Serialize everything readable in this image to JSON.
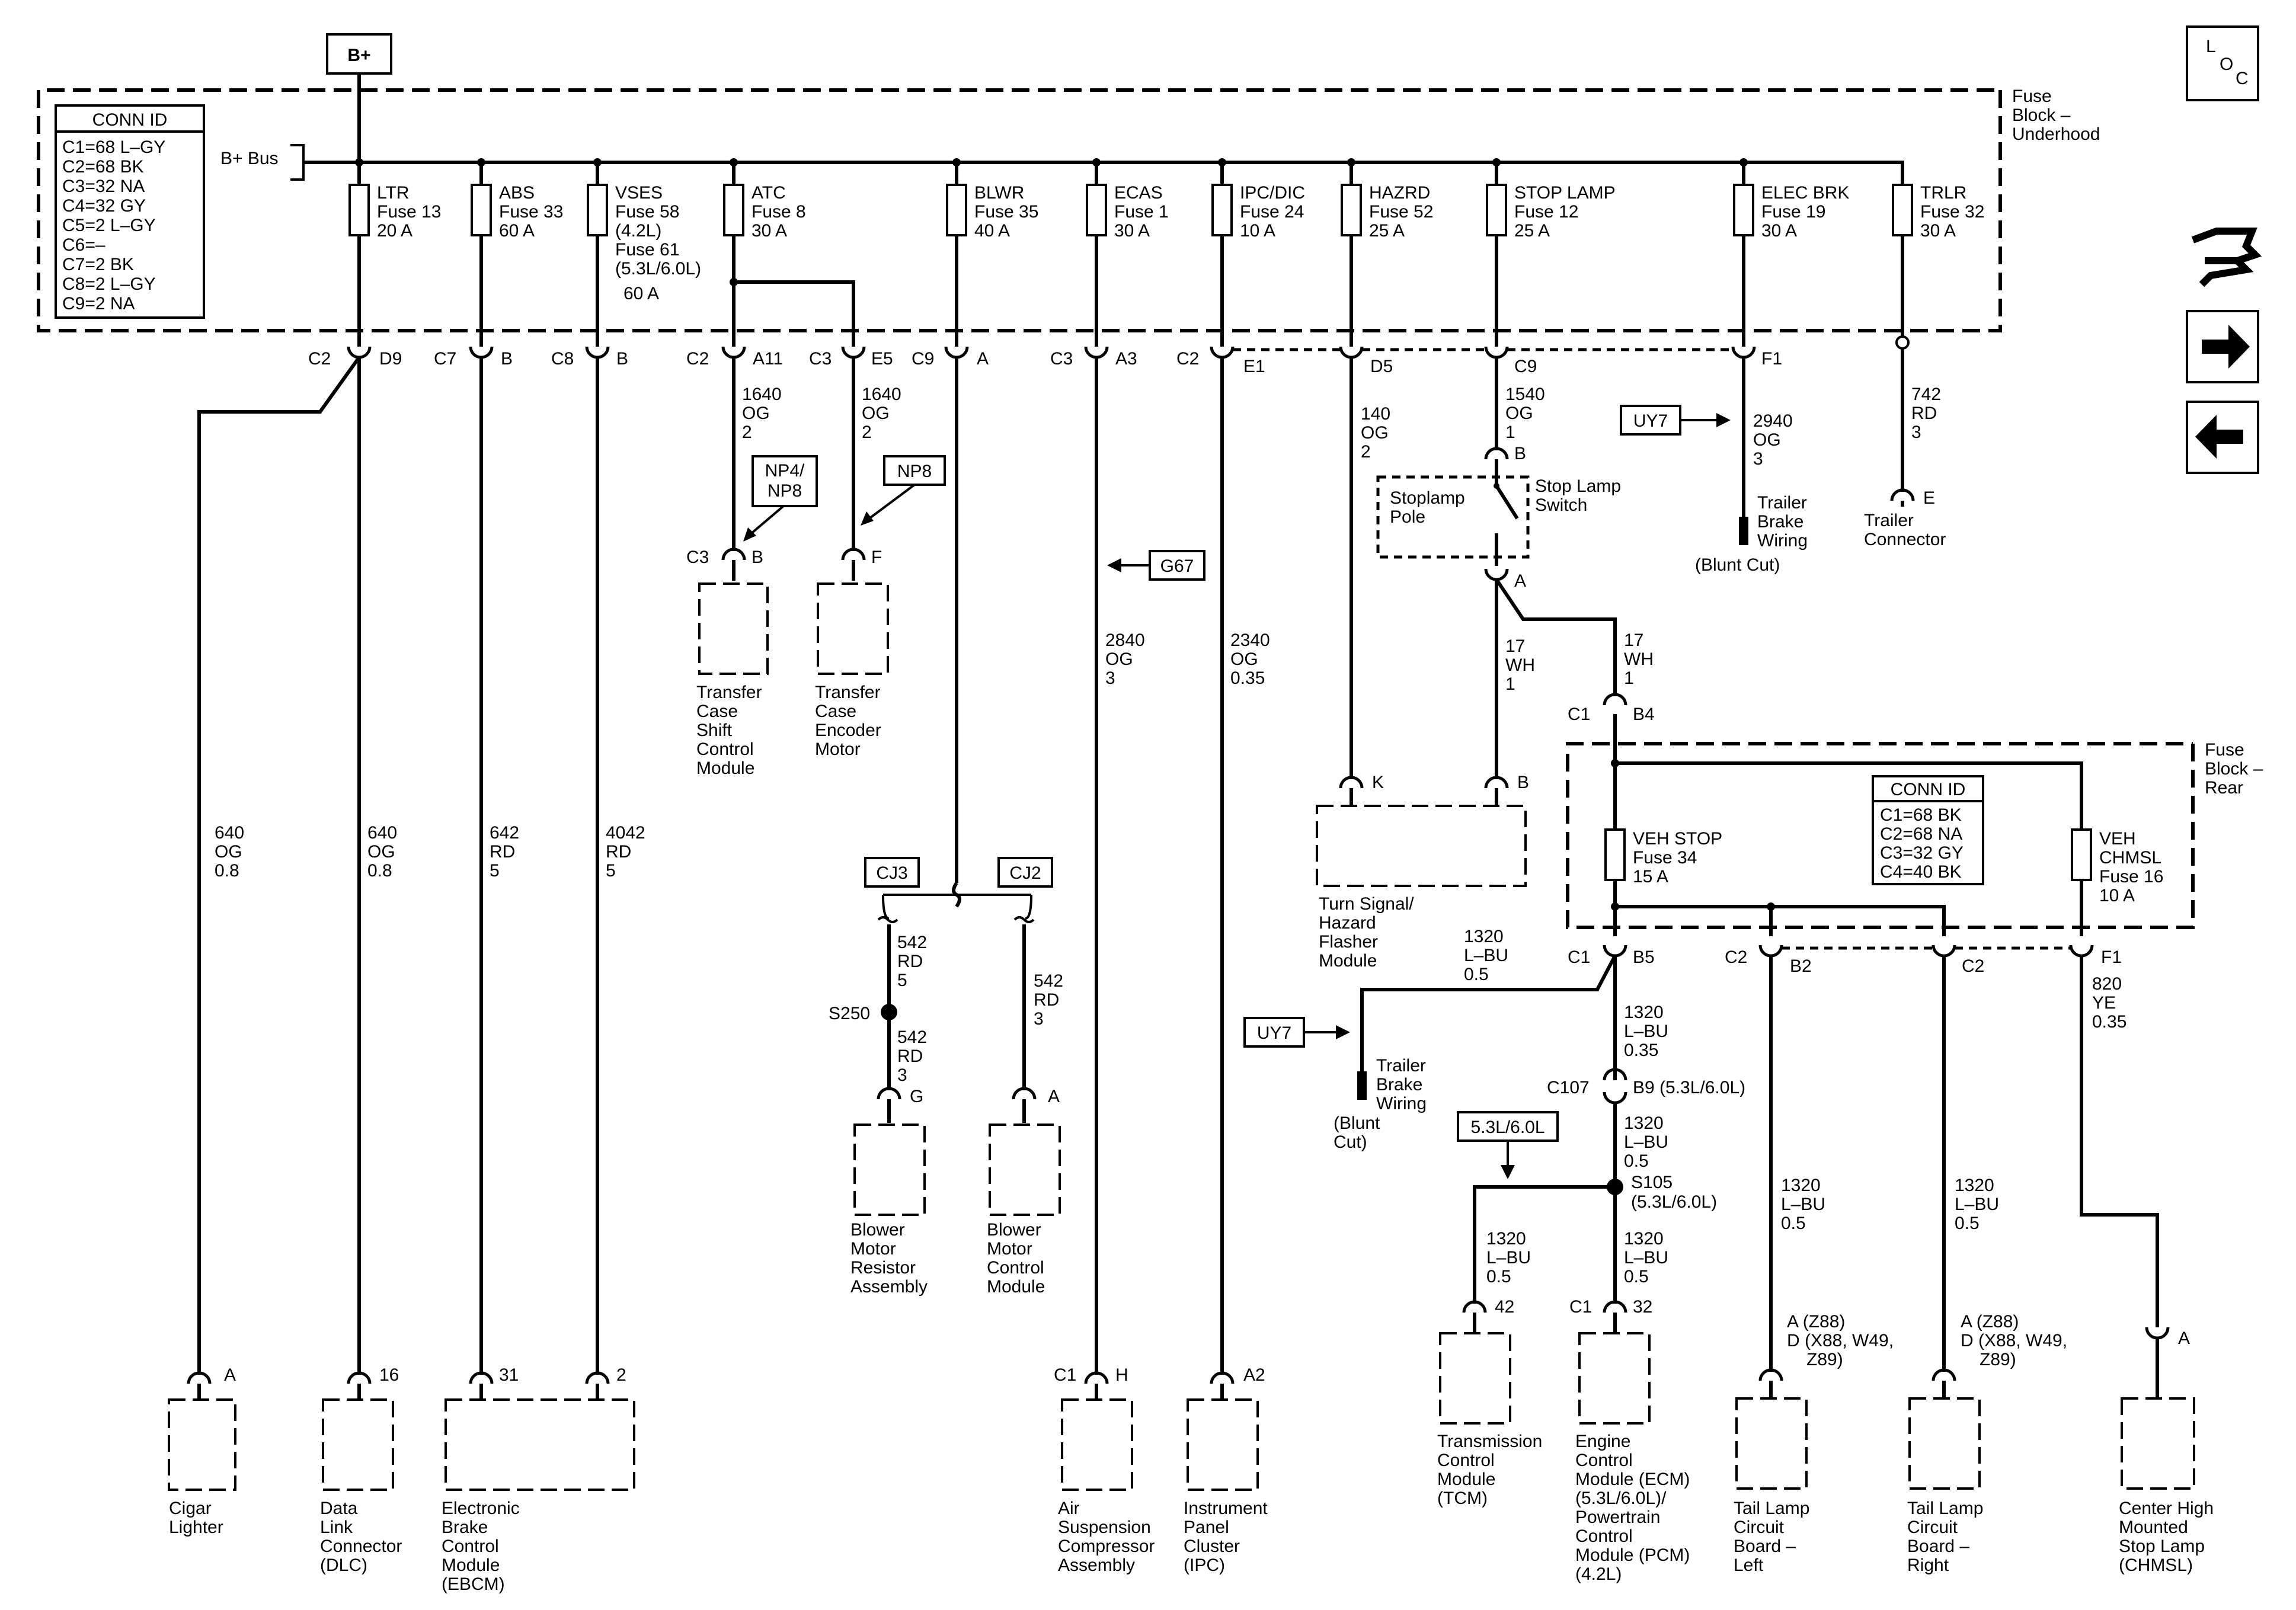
{
  "bplus": "B+",
  "loc": {
    "l": "L",
    "o": "O",
    "c": "C"
  },
  "conn_id_top": {
    "title": "CONN ID",
    "rows": [
      "C1=68 L–GY",
      "C2=68 BK",
      "C3=32 NA",
      "C4=32 GY",
      "C5=2 L–GY",
      "C6=–",
      "C7=2 BK",
      "C8=2 L–GY",
      "C9=2 NA"
    ]
  },
  "conn_id_rear": {
    "title": "CONN ID",
    "rows": [
      "C1=68 BK",
      "C2=68 NA",
      "C3=32 GY",
      "C4=40 BK"
    ]
  },
  "bus_label": "B+ Bus",
  "fuse_block_underhood": [
    "Fuse",
    "Block –",
    "Underhood"
  ],
  "fuse_block_rear": [
    "Fuse",
    "Block –",
    "Rear"
  ],
  "fuses": [
    {
      "lines": [
        "LTR",
        "Fuse 13",
        "20 A"
      ]
    },
    {
      "lines": [
        "ABS",
        "Fuse 33",
        "60 A"
      ]
    },
    {
      "lines": [
        "VSES",
        "Fuse 58",
        "(4.2L)",
        "Fuse 61",
        "(5.3L/6.0L)",
        "60 A"
      ]
    },
    {
      "lines": [
        "ATC",
        "Fuse 8",
        "30 A"
      ]
    },
    {
      "lines": [
        "BLWR",
        "Fuse 35",
        "40 A"
      ]
    },
    {
      "lines": [
        "ECAS",
        "Fuse 1",
        "30 A"
      ]
    },
    {
      "lines": [
        "IPC/DIC",
        "Fuse 24",
        "10 A"
      ]
    },
    {
      "lines": [
        "HAZRD",
        "Fuse 52",
        "25 A"
      ]
    },
    {
      "lines": [
        "STOP LAMP",
        "Fuse 12",
        "25 A"
      ]
    },
    {
      "lines": [
        "ELEC BRK",
        "Fuse 19",
        "30 A"
      ]
    },
    {
      "lines": [
        "TRLR",
        "Fuse 32",
        "30 A"
      ]
    }
  ],
  "rear_fuses": [
    {
      "lines": [
        "VEH STOP",
        "Fuse 34",
        "15 A"
      ]
    },
    {
      "lines": [
        "VEH",
        "CHMSL",
        "Fuse 16",
        "10 A"
      ]
    }
  ],
  "connectors": [
    "C2",
    "D9",
    "C7",
    "B",
    "C8",
    "B",
    "C2",
    "A11",
    "C3",
    "E5",
    "C9",
    "A",
    "C3",
    "A3",
    "C2",
    "E1",
    "D5",
    "C9",
    "F1",
    "C3",
    "B",
    "F",
    "B",
    "A",
    "K",
    "B",
    "C1",
    "B4",
    "C1",
    "B5",
    "C2",
    "B2",
    "C2",
    "F1",
    "C107",
    "B9 (5.3L/6.0L)",
    "S105",
    "(5.3L/6.0L)",
    "S250",
    "G",
    "A",
    "A",
    "16",
    "31",
    "2",
    "C1",
    "H",
    "A2",
    "42",
    "C1",
    "32",
    "E",
    "A"
  ],
  "tail_pins": [
    "A (Z88)",
    "D (X88, W49,",
    "Z89)"
  ],
  "wires": [
    [
      "640",
      "OG",
      "0.8"
    ],
    [
      "640",
      "OG",
      "0.8"
    ],
    [
      "642",
      "RD",
      "5"
    ],
    [
      "4042",
      "RD",
      "5"
    ],
    [
      "1640",
      "OG",
      "2"
    ],
    [
      "1640",
      "OG",
      "2"
    ],
    [
      "542",
      "RD",
      "5"
    ],
    [
      "542",
      "RD",
      "3"
    ],
    [
      "542",
      "RD",
      "3"
    ],
    [
      "2840",
      "OG",
      "3"
    ],
    [
      "2340",
      "OG",
      "0.35"
    ],
    [
      "140",
      "OG",
      "2"
    ],
    [
      "1540",
      "OG",
      "1"
    ],
    [
      "2940",
      "OG",
      "3"
    ],
    [
      "742",
      "RD",
      "3"
    ],
    [
      "17",
      "WH",
      "1"
    ],
    [
      "17",
      "WH",
      "1"
    ],
    [
      "1320",
      "L–BU",
      "0.5"
    ],
    [
      "1320",
      "L–BU",
      "0.35"
    ],
    [
      "1320",
      "L–BU",
      "0.5"
    ],
    [
      "1320",
      "L–BU",
      "0.5"
    ],
    [
      "1320",
      "L–BU",
      "0.5"
    ],
    [
      "1320",
      "L–BU",
      "0.5"
    ],
    [
      "1320",
      "L–BU",
      "0.5"
    ],
    [
      "820",
      "YE",
      "0.35"
    ]
  ],
  "refs": {
    "np4": [
      "NP4/",
      "NP8"
    ],
    "np8": "NP8",
    "g67": "G67",
    "cj3": "CJ3",
    "cj2": "CJ2",
    "uy7": "UY7",
    "engine": "5.3L/6.0L"
  },
  "components": [
    {
      "lines": [
        "Cigar",
        "Lighter"
      ]
    },
    {
      "lines": [
        "Data",
        "Link",
        "Connector",
        "(DLC)"
      ]
    },
    {
      "lines": [
        "Electronic",
        "Brake",
        "Control",
        "Module",
        "(EBCM)"
      ]
    },
    {
      "lines": [
        "Transfer",
        "Case",
        "Shift",
        "Control",
        "Module"
      ]
    },
    {
      "lines": [
        "Transfer",
        "Case",
        "Encoder",
        "Motor"
      ]
    },
    {
      "lines": [
        "Blower",
        "Motor",
        "Resistor",
        "Assembly"
      ]
    },
    {
      "lines": [
        "Blower",
        "Motor",
        "Control",
        "Module"
      ]
    },
    {
      "lines": [
        "Air",
        "Suspension",
        "Compressor",
        "Assembly"
      ]
    },
    {
      "lines": [
        "Instrument",
        "Panel",
        "Cluster",
        "(IPC)"
      ]
    },
    {
      "lines": [
        "Turn Signal/",
        "Hazard",
        "Flasher",
        "Module"
      ]
    },
    {
      "lines": [
        "Transmission",
        "Control",
        "Module",
        "(TCM)"
      ]
    },
    {
      "lines": [
        "Engine",
        "Control",
        "Module (ECM)",
        "(5.3L/6.0L)/",
        "Powertrain",
        "Control",
        "Module (PCM)",
        "(4.2L)"
      ]
    },
    {
      "lines": [
        "Tail Lamp",
        "Circuit",
        "Board –",
        "Left"
      ]
    },
    {
      "lines": [
        "Tail Lamp",
        "Circuit",
        "Board –",
        "Right"
      ]
    },
    {
      "lines": [
        "Center High",
        "Mounted",
        "Stop Lamp",
        "(CHMSL)"
      ]
    },
    {
      "lines": [
        "Stoplamp",
        "Pole"
      ]
    },
    {
      "lines": [
        "Stop Lamp",
        "Switch"
      ]
    },
    {
      "lines": [
        "Trailer",
        "Brake",
        "Wiring",
        "(Blunt Cut)"
      ]
    },
    {
      "lines": [
        "Trailer",
        "Connector"
      ]
    },
    {
      "lines": [
        "Trailer",
        "Brake",
        "Wiring"
      ]
    },
    {
      "lines": [
        "(Blunt",
        "Cut)"
      ]
    }
  ]
}
